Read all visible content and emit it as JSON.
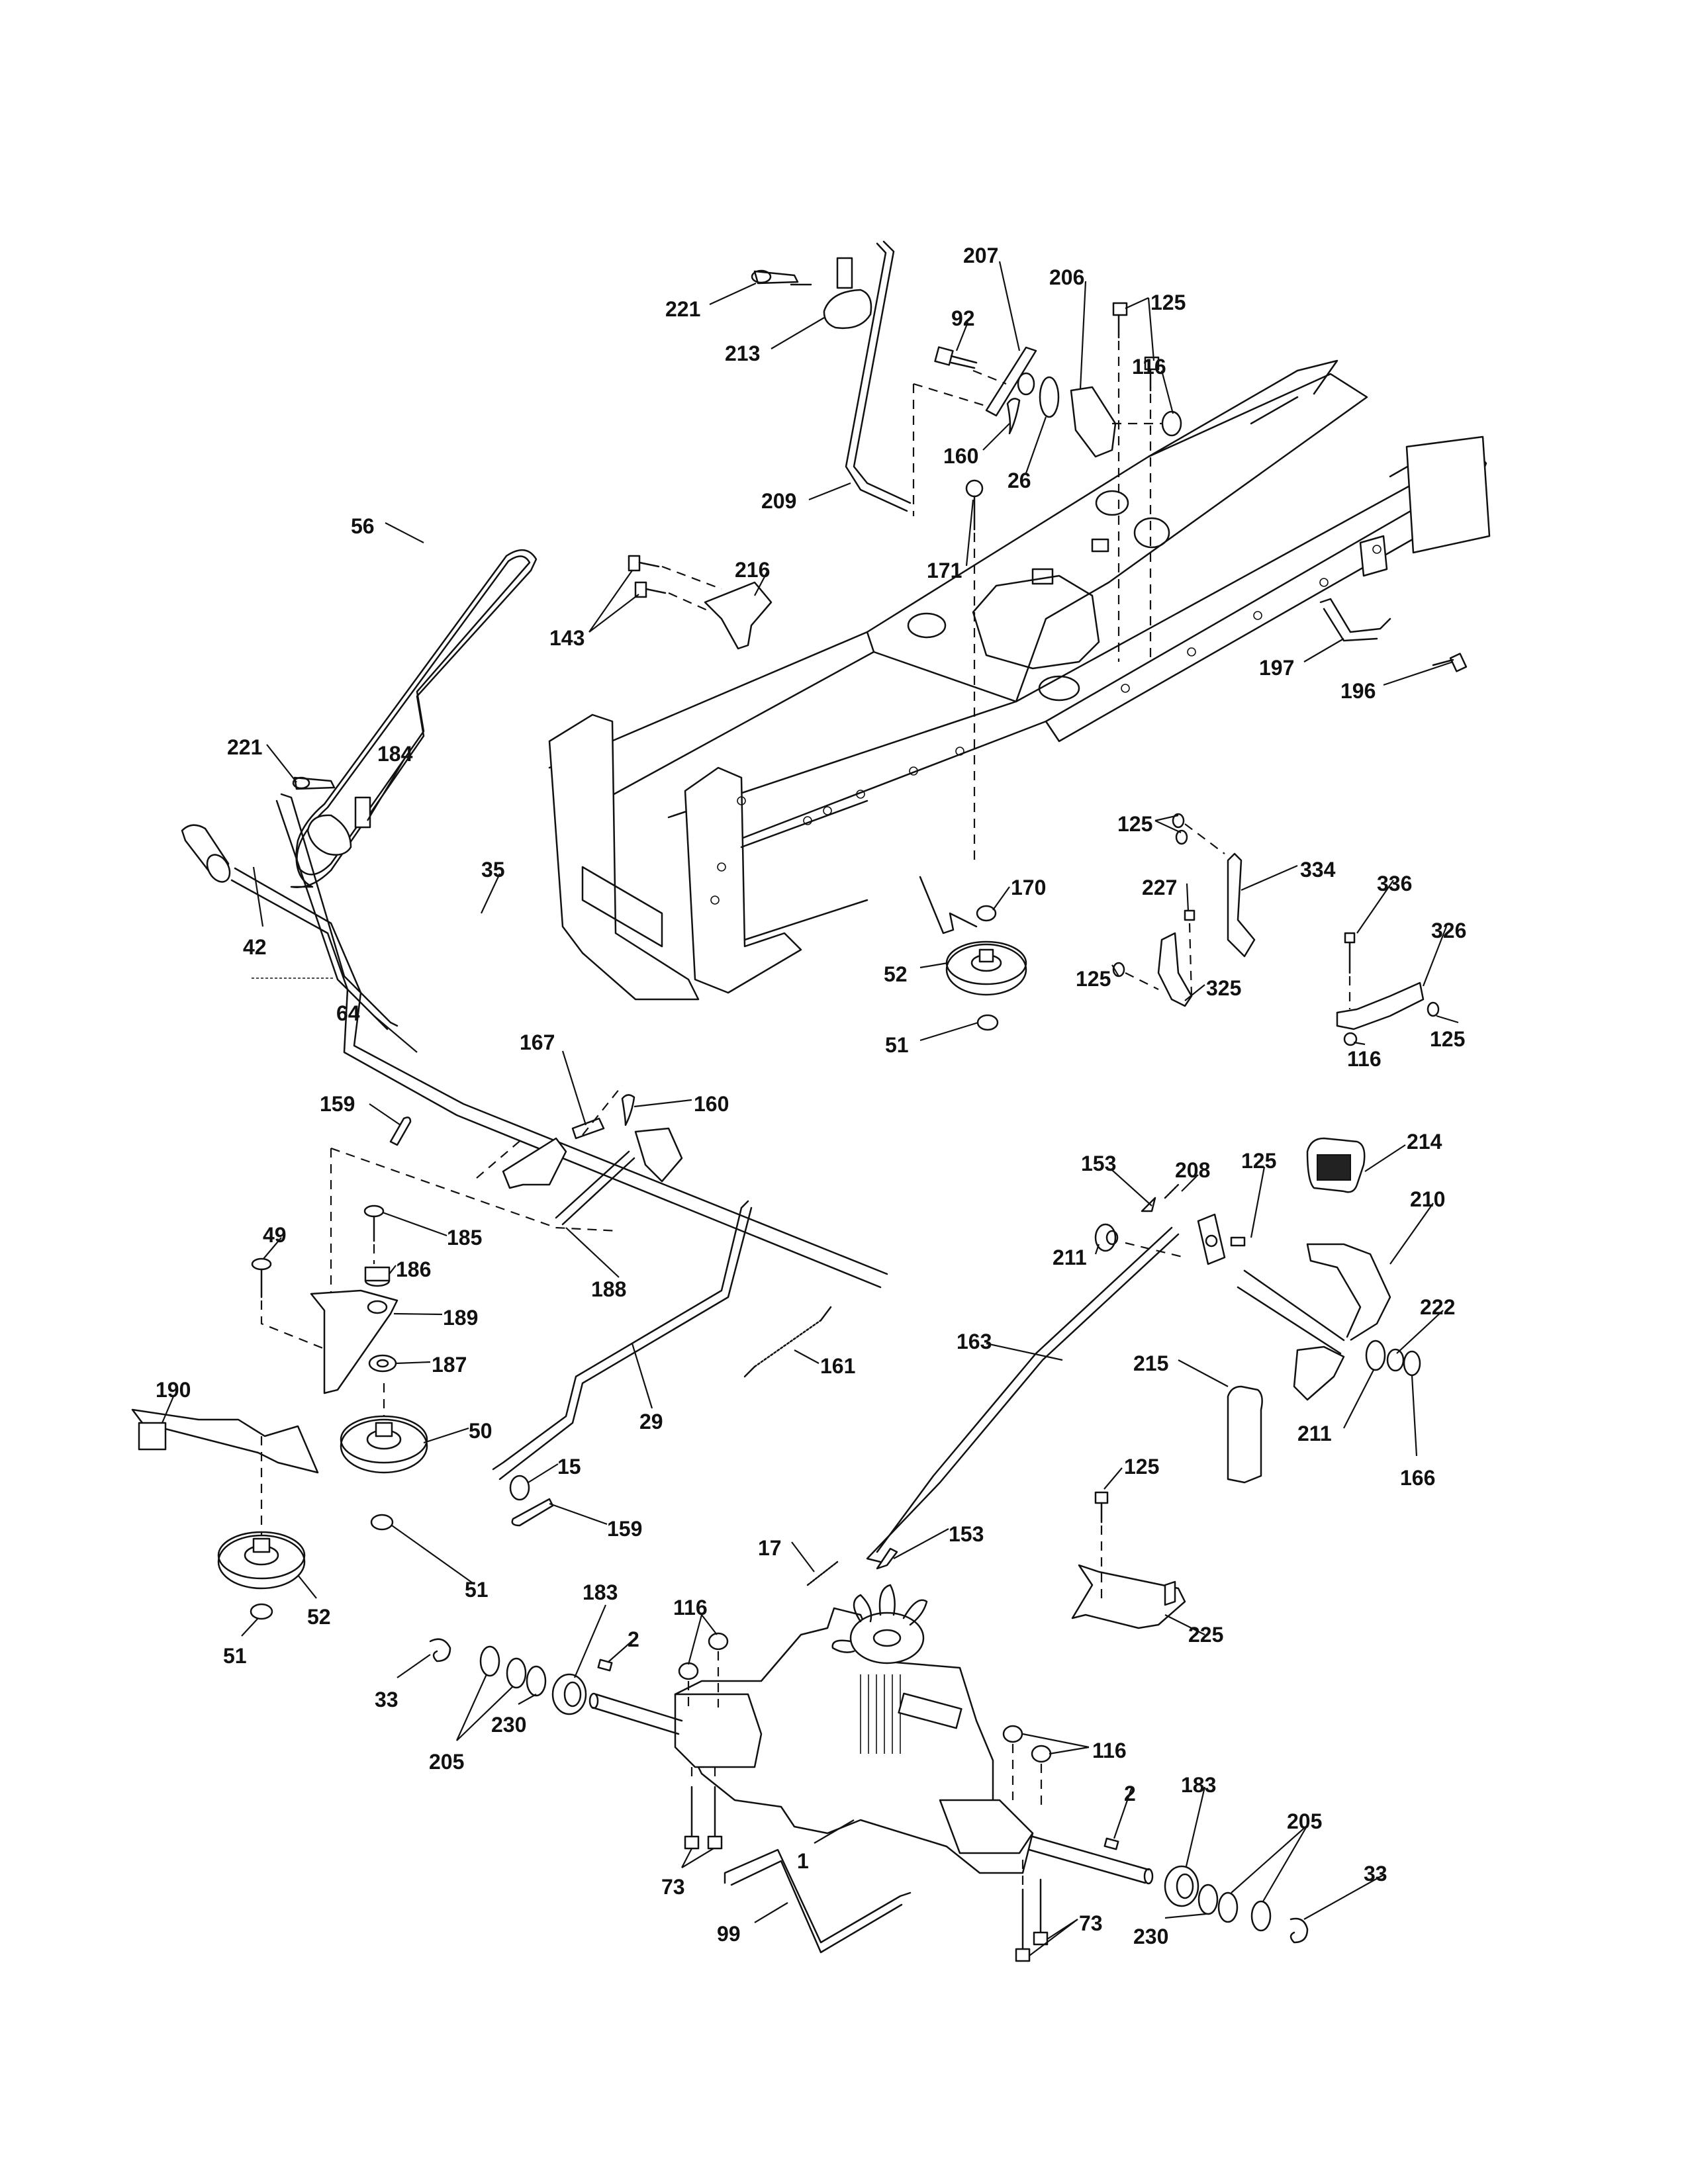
{
  "document": {
    "type": "exploded parts diagram",
    "subject": "riding mower drive / transaxle assembly"
  },
  "callouts": [
    {
      "id": "c221a",
      "part": "221"
    },
    {
      "id": "c213",
      "part": "213"
    },
    {
      "id": "c207",
      "part": "207"
    },
    {
      "id": "c92",
      "part": "92"
    },
    {
      "id": "c206",
      "part": "206"
    },
    {
      "id": "c125a",
      "part": "125"
    },
    {
      "id": "c116a",
      "part": "116"
    },
    {
      "id": "c160a",
      "part": "160"
    },
    {
      "id": "c26",
      "part": "26"
    },
    {
      "id": "c209",
      "part": "209"
    },
    {
      "id": "c56",
      "part": "56"
    },
    {
      "id": "c171",
      "part": "171"
    },
    {
      "id": "c216",
      "part": "216"
    },
    {
      "id": "c143",
      "part": "143"
    },
    {
      "id": "c197",
      "part": "197"
    },
    {
      "id": "c196",
      "part": "196"
    },
    {
      "id": "c221b",
      "part": "221"
    },
    {
      "id": "c184",
      "part": "184"
    },
    {
      "id": "c35",
      "part": "35"
    },
    {
      "id": "c42",
      "part": "42"
    },
    {
      "id": "c170",
      "part": "170"
    },
    {
      "id": "c125b",
      "part": "125"
    },
    {
      "id": "c227",
      "part": "227"
    },
    {
      "id": "c334",
      "part": "334"
    },
    {
      "id": "c336",
      "part": "336"
    },
    {
      "id": "c326",
      "part": "326"
    },
    {
      "id": "c52a",
      "part": "52"
    },
    {
      "id": "c125c",
      "part": "125"
    },
    {
      "id": "c325",
      "part": "325"
    },
    {
      "id": "c51a",
      "part": "51"
    },
    {
      "id": "c116b",
      "part": "116"
    },
    {
      "id": "c125d",
      "part": "125"
    },
    {
      "id": "c64",
      "part": "64"
    },
    {
      "id": "c167",
      "part": "167"
    },
    {
      "id": "c160b",
      "part": "160"
    },
    {
      "id": "c159a",
      "part": "159"
    },
    {
      "id": "c153a",
      "part": "153"
    },
    {
      "id": "c208",
      "part": "208"
    },
    {
      "id": "c125e",
      "part": "125"
    },
    {
      "id": "c214",
      "part": "214"
    },
    {
      "id": "c210",
      "part": "210"
    },
    {
      "id": "c211a",
      "part": "211"
    },
    {
      "id": "c49",
      "part": "49"
    },
    {
      "id": "c185",
      "part": "185"
    },
    {
      "id": "c186",
      "part": "186"
    },
    {
      "id": "c188",
      "part": "188"
    },
    {
      "id": "c189",
      "part": "189"
    },
    {
      "id": "c222",
      "part": "222"
    },
    {
      "id": "c163",
      "part": "163"
    },
    {
      "id": "c187",
      "part": "187"
    },
    {
      "id": "c161",
      "part": "161"
    },
    {
      "id": "c215",
      "part": "215"
    },
    {
      "id": "c190",
      "part": "190"
    },
    {
      "id": "c29",
      "part": "29"
    },
    {
      "id": "c50",
      "part": "50"
    },
    {
      "id": "c211b",
      "part": "211"
    },
    {
      "id": "c166",
      "part": "166"
    },
    {
      "id": "c15",
      "part": "15"
    },
    {
      "id": "c125f",
      "part": "125"
    },
    {
      "id": "c159b",
      "part": "159"
    },
    {
      "id": "c17",
      "part": "17"
    },
    {
      "id": "c153b",
      "part": "153"
    },
    {
      "id": "c51b",
      "part": "51"
    },
    {
      "id": "c225",
      "part": "225"
    },
    {
      "id": "c51c",
      "part": "51"
    },
    {
      "id": "c52b",
      "part": "52"
    },
    {
      "id": "c183a",
      "part": "183"
    },
    {
      "id": "c2a",
      "part": "2"
    },
    {
      "id": "c116c",
      "part": "116"
    },
    {
      "id": "c33a",
      "part": "33"
    },
    {
      "id": "c230a",
      "part": "230"
    },
    {
      "id": "c205a",
      "part": "205"
    },
    {
      "id": "c116d",
      "part": "116"
    },
    {
      "id": "c2b",
      "part": "2"
    },
    {
      "id": "c183b",
      "part": "183"
    },
    {
      "id": "c205b",
      "part": "205"
    },
    {
      "id": "c1",
      "part": "1"
    },
    {
      "id": "c33b",
      "part": "33"
    },
    {
      "id": "c73a",
      "part": "73"
    },
    {
      "id": "c99",
      "part": "99"
    },
    {
      "id": "c73b",
      "part": "73"
    },
    {
      "id": "c230b",
      "part": "230"
    }
  ],
  "parts": {
    "frame": "chassis-frame",
    "transaxle": "hydrostatic-transaxle",
    "belt": "drive-belt",
    "pulleys": [
      "idler-pulley",
      "idler-pulley",
      "idler-pulley"
    ],
    "pedals": [
      "brake-pedal-pad",
      "drive-pedal-pad"
    ]
  }
}
